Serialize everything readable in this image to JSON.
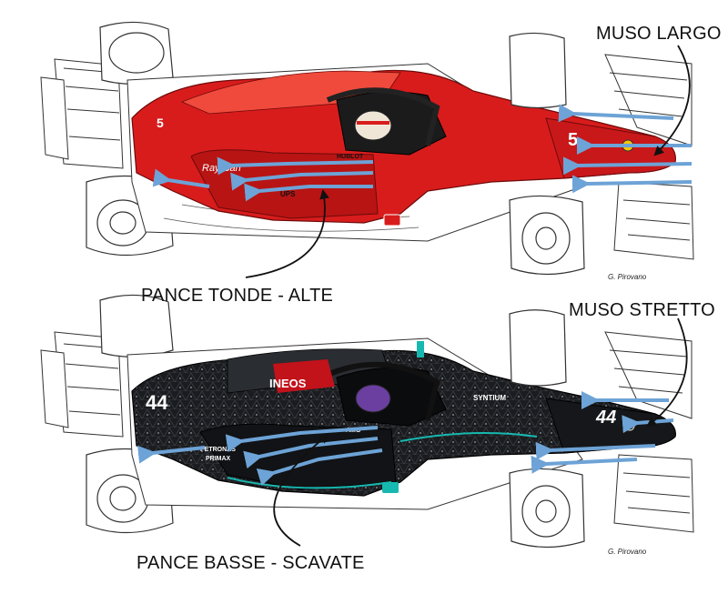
{
  "labels": {
    "top_nose": "MUSO LARGO",
    "top_sidepod": "PANCE TONDE - ALTE",
    "bottom_nose": "MUSO STRETTO",
    "bottom_sidepod": "PANCE BASSE - SCAVATE"
  },
  "signature": "G. Pirovano",
  "cars": {
    "ferrari": {
      "number": "5",
      "sponsors": [
        "HUBLOT",
        "Ray-Ban",
        "UPS"
      ],
      "colors": {
        "body": "#d81c1c",
        "shadow": "#9c0f0f",
        "highlight": "#ef4a3c"
      }
    },
    "mercedes": {
      "number": "44",
      "sponsors": [
        "INEOS",
        "PETRONAS",
        "PRIMAX",
        "SYNTIUM",
        "AMG"
      ],
      "colors": {
        "body": "#1a1c1f",
        "shadow": "#0b0c0e",
        "accent": "#16b8b0"
      }
    }
  },
  "colors": {
    "airflow": "#6da3d6",
    "outline": "#333333"
  }
}
